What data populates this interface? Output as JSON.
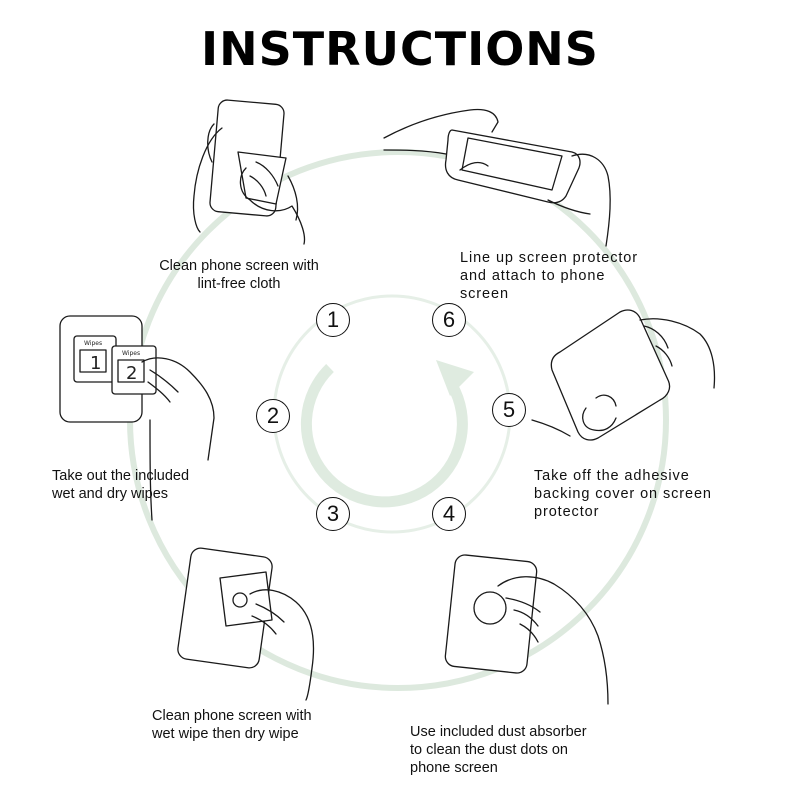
{
  "title": "INSTRUCTIONS",
  "colors": {
    "ring": "#dbe8dc",
    "arrow": "#e0ece1",
    "ink": "#111111"
  },
  "steps": [
    {
      "number": "1",
      "caption": [
        "Clean phone screen with",
        "lint-free cloth"
      ]
    },
    {
      "number": "2",
      "caption": [
        "Take out the included",
        "wet and dry wipes"
      ]
    },
    {
      "number": "3",
      "caption": [
        "Clean phone screen with",
        "wet wipe then dry wipe"
      ]
    },
    {
      "number": "4",
      "caption": [
        "Use included dust absorber",
        "to clean the dust dots on",
        "phone screen"
      ]
    },
    {
      "number": "5",
      "caption": [
        "Take off the adhesive",
        "backing cover on screen",
        "protector"
      ]
    },
    {
      "number": "6",
      "caption": [
        "Line up screen protector",
        "and attach to phone",
        "screen"
      ]
    }
  ],
  "wipes": {
    "label_1": "Wipes",
    "label_2": "Wipes",
    "num_1": "1",
    "num_2": "2"
  },
  "icons": [
    "hand-cloth-illustration",
    "wipes-illustration",
    "wet-wipe-illustration",
    "dust-absorber-illustration",
    "peel-backing-illustration",
    "align-protector-illustration",
    "cycle-arrow-icon"
  ]
}
